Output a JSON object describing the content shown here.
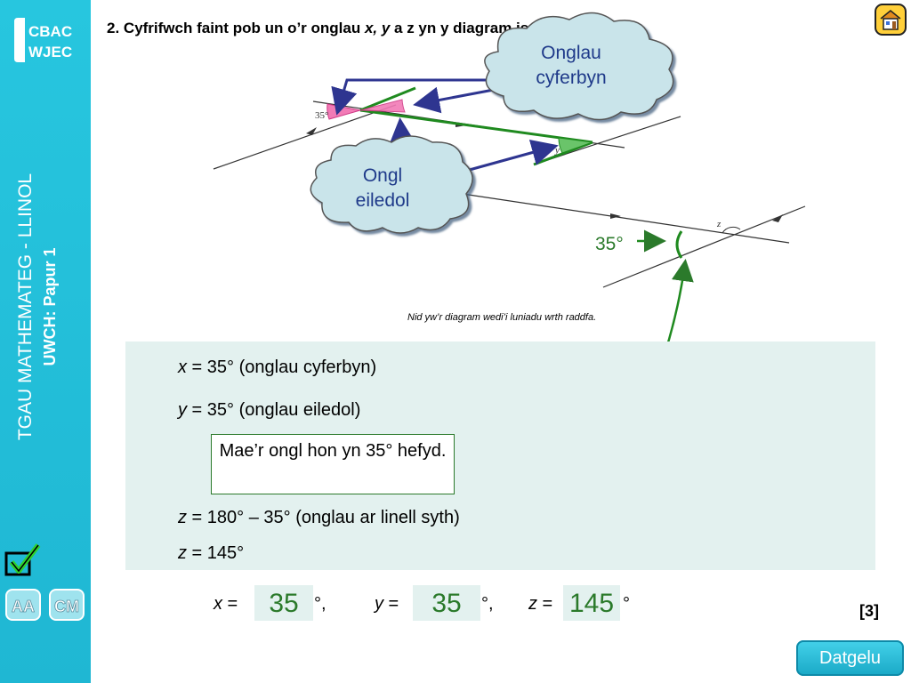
{
  "sidebar": {
    "logo_line1": "CBAC",
    "logo_line2": "WJEC",
    "title_line1": "TGAU MATHEMATEG - LLINOL",
    "title_line2": "UWCH: Papur 1",
    "btn_aa": "AA",
    "btn_cm": "CM"
  },
  "question": {
    "number": "2.",
    "text_before": " Cyfrifwch faint pob un o’r onglau ",
    "var_xy": "x, y",
    "text_after": " a z yn y diagram isod."
  },
  "diagram": {
    "label_35": "35°",
    "label_y": "y",
    "label_z": "z",
    "note": "Nid yw’r diagram wedi’i luniadu wrth raddfa.",
    "cloud_top_line1": "Onglau",
    "cloud_top_line2": "cyferbyn",
    "cloud_left_line1": "Ongl",
    "cloud_left_line2": "eiledol",
    "green_label": "35°"
  },
  "working": {
    "x_var": "x",
    "x_rest": " = 35° (onglau cyferbyn)",
    "y_var": "y",
    "y_rest": " = 35° (onglau eiledol)",
    "hint": "Mae’r ongl hon yn 35° hefyd.",
    "z1_var": "z",
    "z1_rest": " = 180° – 35° (onglau ar linell syth)",
    "z2_var": "z",
    "z2_rest": " = 145°"
  },
  "answers": {
    "x_label": "x",
    "y_label": "y",
    "z_label": "z",
    "eq": " =",
    "x_value": "35",
    "y_value": "35",
    "z_value": "145",
    "deg_comma": "°,",
    "deg": "°"
  },
  "marks": "[3]",
  "reveal_button": "Datgelu",
  "colors": {
    "sidebar": "#1fb7d3",
    "panel": "#e3f1ef",
    "answer_green": "#2b7a2b",
    "arrow_blue": "#2e3590",
    "cloud_fill": "#c9e4ea"
  }
}
